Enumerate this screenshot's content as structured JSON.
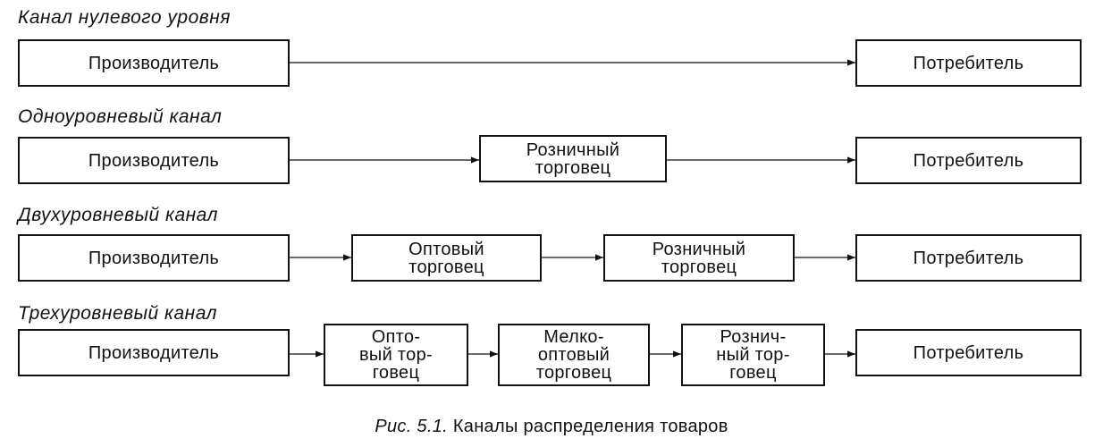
{
  "rows": [
    {
      "title": "Канал нулевого уровня",
      "boxes": [
        "Производитель",
        "Потребитель"
      ]
    },
    {
      "title": "Одноуровневый канал",
      "boxes": [
        "Производитель",
        "Розничный\nторговец",
        "Потребитель"
      ]
    },
    {
      "title": "Двухуровневый канал",
      "boxes": [
        "Производитель",
        "Оптовый\nторговец",
        "Розничный\nторговец",
        "Потребитель"
      ]
    },
    {
      "title": "Трехуровневый канал",
      "boxes": [
        "Производитель",
        "Опто-\nвый тор-\nговец",
        "Мелко-\nоптовый\nторговец",
        "Рознич-\nный тор-\nговец",
        "Потребитель"
      ]
    }
  ],
  "caption": {
    "prefix": "Рис. 5.1.",
    "text": "Каналы распределения товаров"
  }
}
